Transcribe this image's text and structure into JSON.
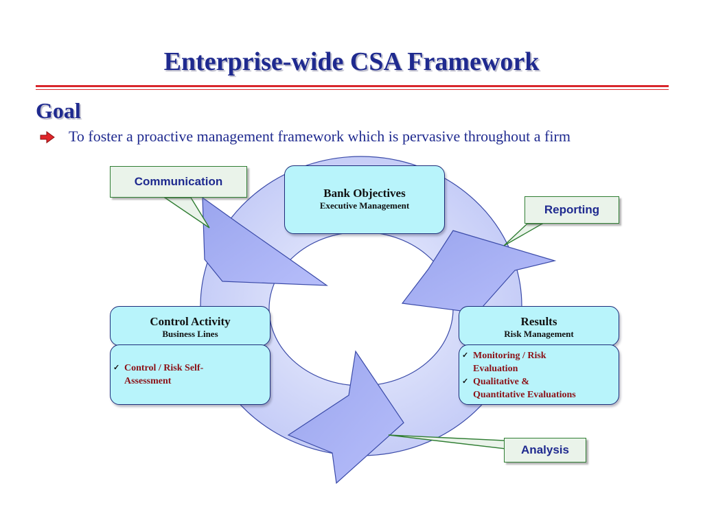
{
  "slide": {
    "title": "Enterprise-wide CSA Framework",
    "goal_heading": "Goal",
    "goal_text": "To foster a proactive management framework which is pervasive throughout a firm"
  },
  "diagram": {
    "top_box": {
      "title": "Bank Objectives",
      "subtitle": "Executive Management"
    },
    "left_box": {
      "title": "Control Activity",
      "subtitle": "Business Lines",
      "items": [
        "Control / Risk Self-",
        "Assessment"
      ]
    },
    "right_box": {
      "title": "Results",
      "subtitle": "Risk Management",
      "items": [
        "Monitoring / Risk",
        "Evaluation",
        "Qualitative &",
        "Quantitative Evaluations"
      ]
    },
    "callouts": {
      "communication": "Communication",
      "reporting": "Reporting",
      "analysis": "Analysis"
    }
  },
  "colors": {
    "title": "#1f2a8f",
    "rule": "#d8262b",
    "box_fill": "#b8f4fb",
    "item_text": "#8b1218",
    "arrow_fill": "#a9b2f2",
    "ring_fill": "#d6dcfb",
    "callout_border": "#2f7d32"
  },
  "icons": {
    "bullet": "red-arrow-bullet-icon",
    "list_marker": "check-mark-icon"
  }
}
